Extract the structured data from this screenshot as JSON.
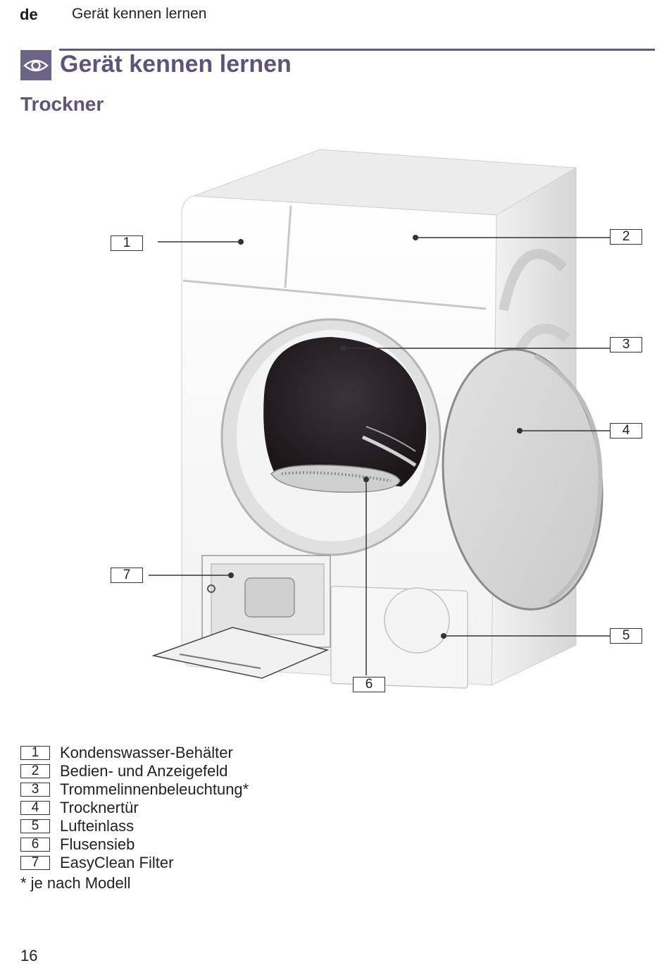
{
  "header": {
    "lang": "de",
    "title": "Gerät kennen lernen"
  },
  "section": {
    "icon": "eye-icon",
    "title": "Gerät kennen lernen"
  },
  "subsection": {
    "title": "Trockner"
  },
  "callouts": [
    "1",
    "2",
    "3",
    "4",
    "5",
    "6",
    "7"
  ],
  "legend": [
    {
      "num": "1",
      "text": "Kondenswasser-Behälter"
    },
    {
      "num": "2",
      "text": "Bedien- und Anzeigefeld"
    },
    {
      "num": "3",
      "text": "Trommelinnenbeleuchtung*"
    },
    {
      "num": "4",
      "text": "Trocknertür"
    },
    {
      "num": "5",
      "text": "Lufteinlass"
    },
    {
      "num": "6",
      "text": "Flusensieb"
    },
    {
      "num": "7",
      "text": "EasyClean Filter"
    }
  ],
  "footnote": "* je nach Modell",
  "page_number": "16",
  "colors": {
    "accent": "#5d5479",
    "icon_bg": "#6c6587"
  }
}
